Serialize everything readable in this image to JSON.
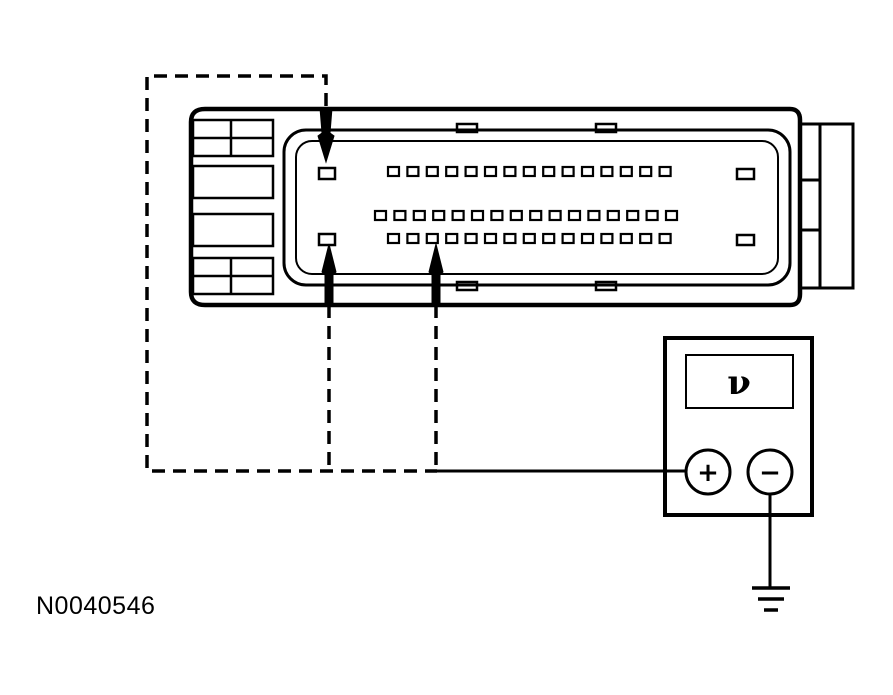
{
  "figure_id": "N0040546",
  "meter": {
    "display_symbol": "ν",
    "positive_symbol": "+",
    "negative_symbol": "−"
  },
  "connector": {
    "pin_rows": [
      15,
      16,
      15
    ]
  },
  "colors": {
    "line": "#000000",
    "background": "#ffffff"
  }
}
